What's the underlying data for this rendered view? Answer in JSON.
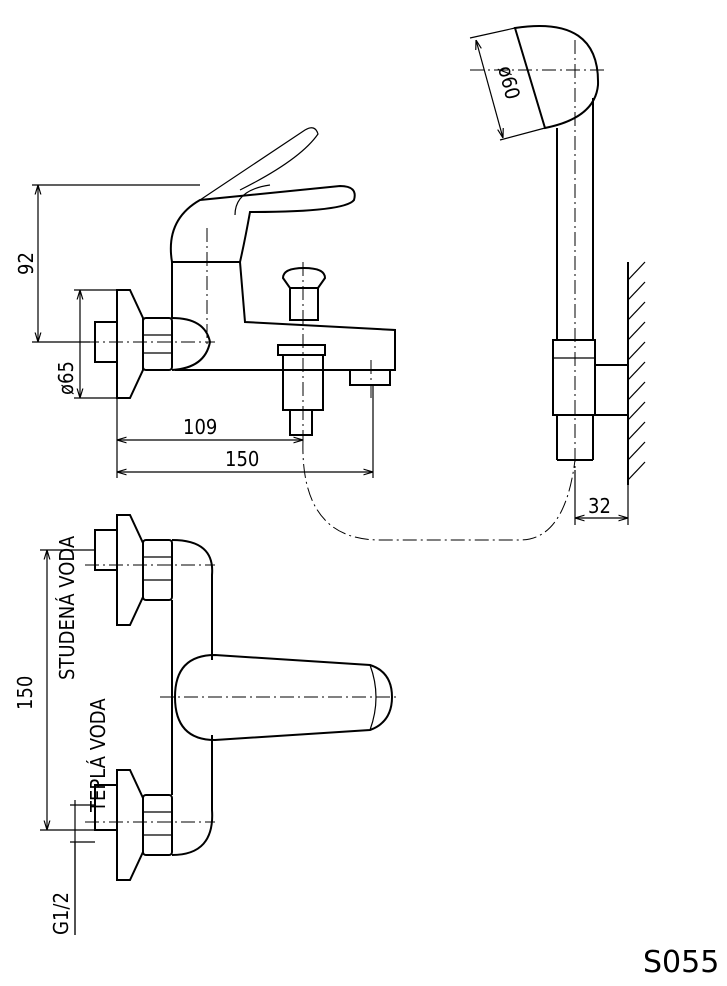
{
  "drawing_code": "S055",
  "dimensions": {
    "height_lever": "92",
    "flange_diameter": "ø65",
    "inlet_to_diverter": "109",
    "inlet_to_spout": "150",
    "inlet_spacing": "150",
    "holder_offset": "32",
    "shower_head_diameter": "ø60",
    "thread": "G1/2"
  },
  "labels": {
    "cold_water": "STUDENÁ VODA",
    "hot_water": "TEPLÁ VODA"
  }
}
